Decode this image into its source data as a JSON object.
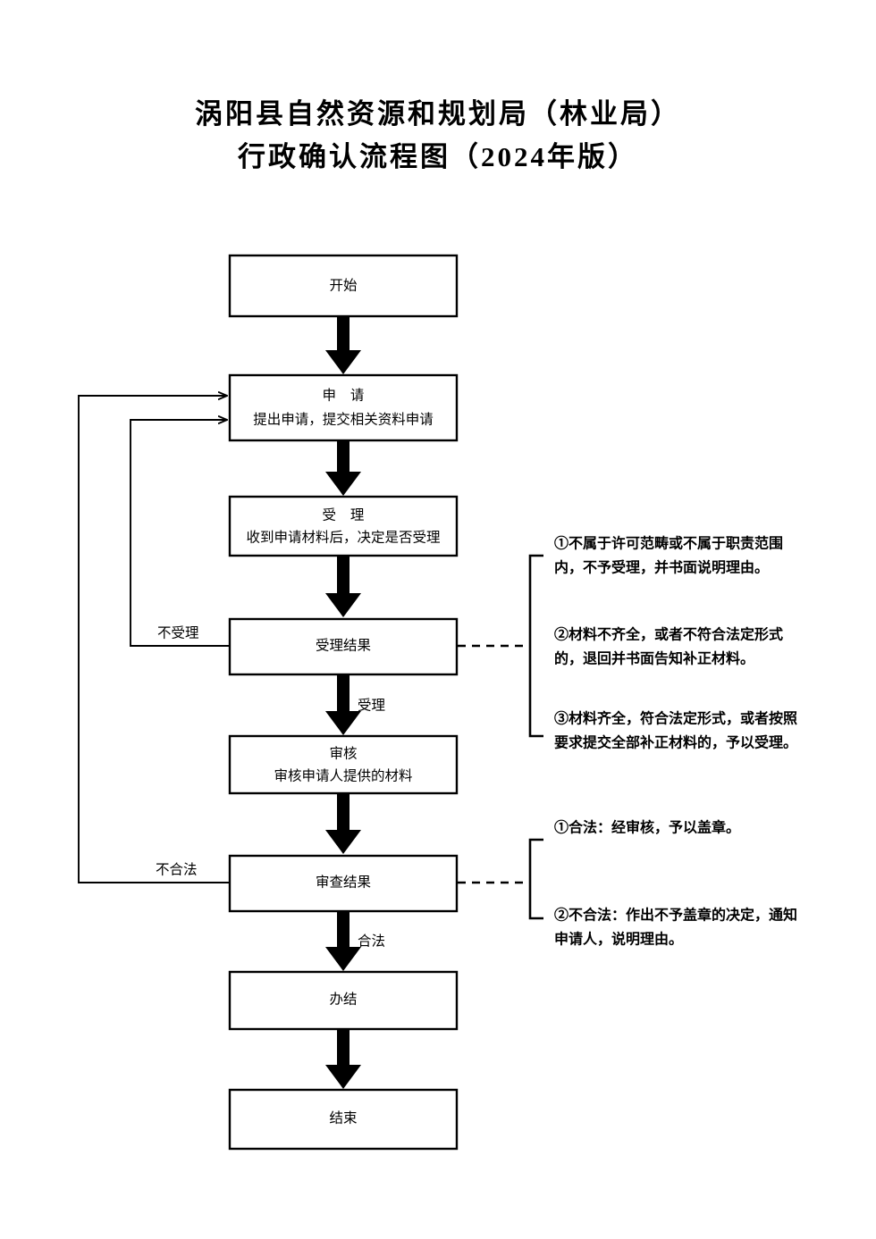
{
  "document": {
    "title_line_1": "涡阳县自然资源和规划局（林业局）",
    "title_line_2": "行政确认流程图（2024年版）"
  },
  "flowchart": {
    "type": "process-flow-diagram",
    "nodes": [
      {
        "id": "start",
        "heading": "开始",
        "detail": ""
      },
      {
        "id": "application",
        "heading": "申 请",
        "detail": "提出申请，提交相关资料申请"
      },
      {
        "id": "acceptance",
        "heading": "受 理",
        "detail": "收到申请材料后，决定是否受理"
      },
      {
        "id": "accept-result",
        "heading": "受理结果",
        "detail": ""
      },
      {
        "id": "review",
        "heading": "审核",
        "detail": "审核申请人提供的材料"
      },
      {
        "id": "review-result",
        "heading": "审查结果",
        "detail": ""
      },
      {
        "id": "complete",
        "heading": "办结",
        "detail": ""
      },
      {
        "id": "end",
        "heading": "结束",
        "detail": ""
      }
    ],
    "edge_labels": {
      "not_accepted": "不受理",
      "accepted": "受理",
      "not_lawful": "不合法",
      "lawful": "合法"
    },
    "annotations": [
      {
        "group": "acceptance-result-notes",
        "items": [
          {
            "line_1": "①不属于许可范畴或不属于职责范围",
            "line_2": "内，不予受理，并书面说明理由。"
          },
          {
            "line_1": "②材料不齐全，或者不符合法定形式",
            "line_2": "的，退回并书面告知补正材料。"
          },
          {
            "line_1": "③材料齐全，符合法定形式，或者按照",
            "line_2": "要求提交全部补正材料的，予以受理。"
          }
        ]
      },
      {
        "group": "review-result-notes",
        "items": [
          {
            "line_1": "①合法：经审核，予以盖章。",
            "line_2": ""
          },
          {
            "line_1": "②不合法：作出不予盖章的决定，通知",
            "line_2": "申请人，说明理由。"
          }
        ]
      }
    ]
  },
  "colors": {
    "ink": "#000000",
    "paper": "#ffffff"
  }
}
